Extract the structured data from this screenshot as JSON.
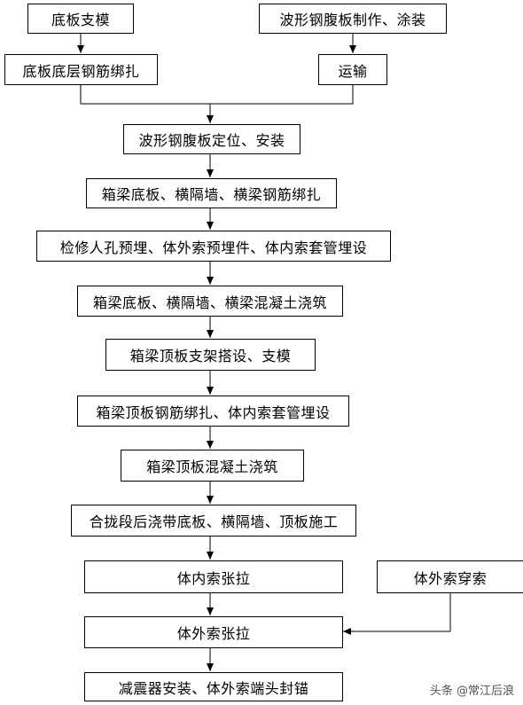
{
  "flowchart": {
    "steps": {
      "s1": "底板支模",
      "s2": "波形钢腹板制作、涂装",
      "s3": "底板底层钢筋绑扎",
      "s4": "运输",
      "s5": "波形钢腹板定位、安装",
      "s6": "箱梁底板、横隔墙、横梁钢筋绑扎",
      "s7": "检修人孔预埋、体外索预埋件、体内索套管埋设",
      "s8": "箱梁底板、横隔墙、横梁混凝土浇筑",
      "s9": "箱梁顶板支架搭设、支模",
      "s10": "箱梁顶板钢筋绑扎、体内索套管埋设",
      "s11": "箱梁顶板混凝土浇筑",
      "s12": "合拢段后浇带底板、横隔墙、顶板施工",
      "s13": "体内索张拉",
      "s14": "体外索穿索",
      "s15": "体外索张拉",
      "s16": "减震器安装、体外索端头封锚"
    }
  },
  "watermark": "头条 @常江后浪"
}
